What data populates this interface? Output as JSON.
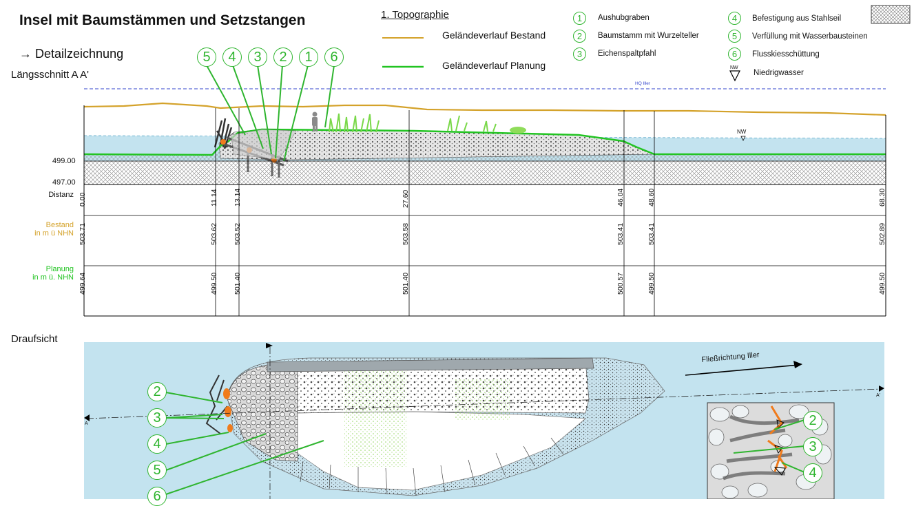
{
  "title": "Insel mit Baumstämmen und Setzstangen",
  "detail_link": "→ Detailzeichnung",
  "section_label": "Längsschnitt A A'",
  "plan_label": "Draufsicht",
  "legend": {
    "heading": "1. Topographie",
    "lines": [
      {
        "label": "Geländeverlauf Bestand",
        "color": "#d4a22a"
      },
      {
        "label": "Geländeverlauf Planung",
        "color": "#22c422"
      }
    ],
    "items": [
      {
        "num": "1",
        "label": "Aushubgraben"
      },
      {
        "num": "2",
        "label": "Baumstamm mit Wurzelteller"
      },
      {
        "num": "3",
        "label": "Eichenspaltpfahl"
      },
      {
        "num": "4",
        "label": "Befestigung aus Stahlseil"
      },
      {
        "num": "5",
        "label": "Verfüllung mit Wasserbausteinen"
      },
      {
        "num": "6",
        "label": "Flusskiesschüttung"
      }
    ],
    "nw_symbol": "NW",
    "nw_label": "Niedrigwasser"
  },
  "section": {
    "hq_label": "HQ Iller",
    "nw_label": "NW",
    "elevations": [
      "499.00",
      "497.00"
    ],
    "row_labels": {
      "distance": "Distanz",
      "bestand_1": "Bestand",
      "bestand_2": "in m ü NHN",
      "planung_1": "Planung",
      "planung_2": "in m ü. NHN"
    },
    "distances": [
      "0.00",
      "11.14",
      "13.14",
      "27.60",
      "46.04",
      "48.60",
      "68.30"
    ],
    "bestand": [
      "503.71",
      "503.62",
      "503.52",
      "503.58",
      "503.41",
      "503.41",
      "502.89"
    ],
    "planung": [
      "499.64",
      "499.50",
      "501.40",
      "501.40",
      "500.57",
      "499.50",
      "499.50"
    ],
    "callouts": [
      "5",
      "4",
      "3",
      "2",
      "1",
      "6"
    ]
  },
  "plan": {
    "flow_label": "Fließrichtung Iller",
    "section_end_a": "A",
    "section_end_b": "A'",
    "callouts": [
      "2",
      "3",
      "4",
      "5",
      "6"
    ],
    "inset_callouts": [
      "2",
      "3",
      "4"
    ]
  },
  "colors": {
    "bestand": "#d4a22a",
    "planung": "#22c422",
    "water": "#c3e3ef",
    "hq": "#3344cc",
    "callout": "#2fb52f"
  }
}
